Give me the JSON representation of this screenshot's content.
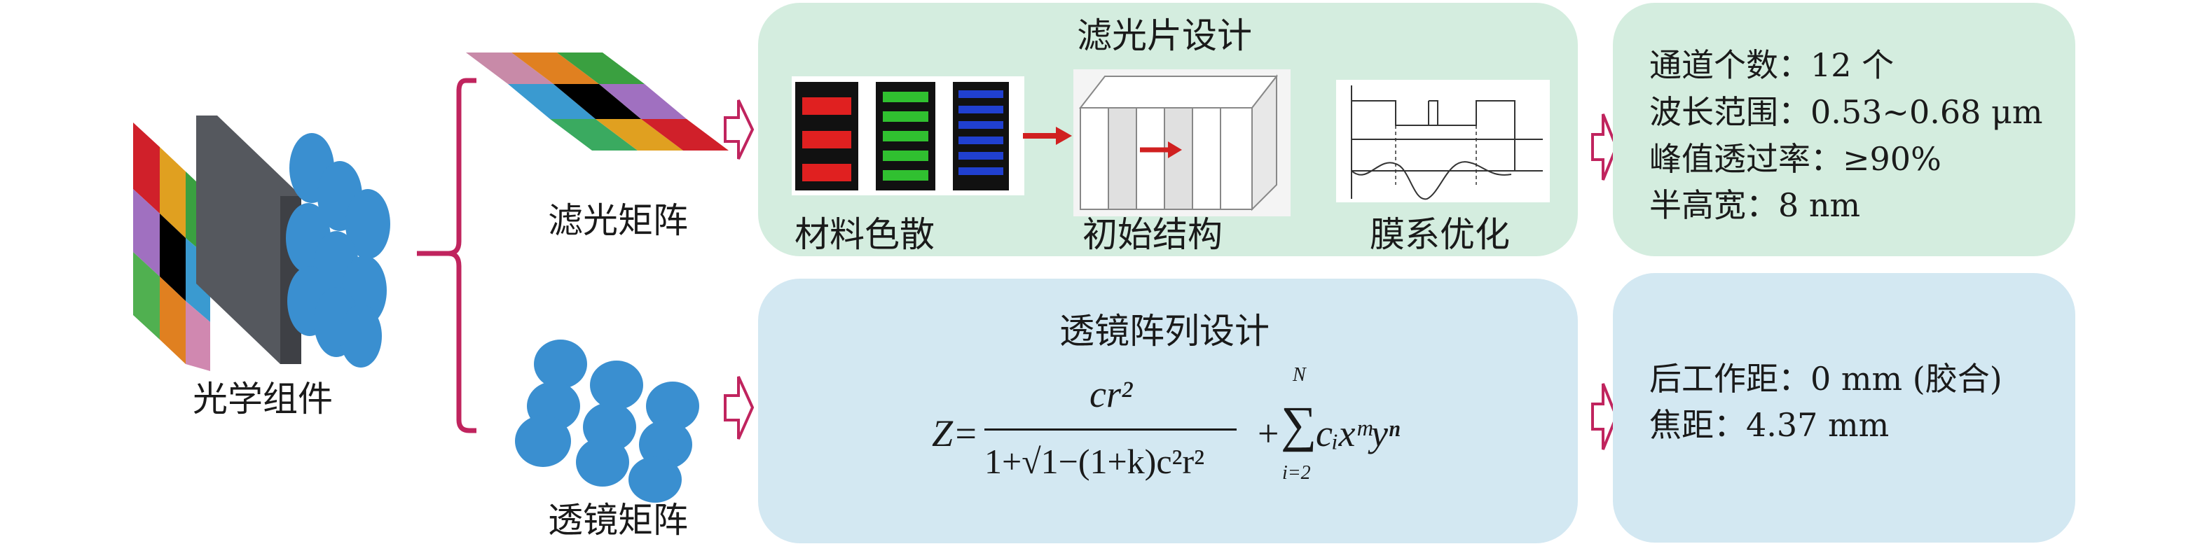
{
  "left": {
    "optical_assembly_label": "光学组件",
    "filter_matrix_label": "滤光矩阵",
    "lens_matrix_label": "透镜矩阵"
  },
  "filter_design": {
    "title": "滤光片设计",
    "steps": [
      {
        "label": "材料色散"
      },
      {
        "label": "初始结构"
      },
      {
        "label": "膜系优化"
      }
    ]
  },
  "lens_design": {
    "title": "透镜阵列设计",
    "formula": {
      "lhs": "Z=",
      "numerator": "cr²",
      "denominator": "1+√1−(1+k)c²r²",
      "sum_upper": "N",
      "sum_lower": "i=2",
      "sum_term": "cᵢxᵐyⁿ"
    }
  },
  "filter_specs": [
    "通道个数：12 个",
    "波长范围：0.53~0.68 μm",
    "峰值透过率：≥90%",
    "半高宽：8 nm"
  ],
  "lens_specs": [
    "后工作距：0 mm (胶合)",
    "焦距：4.37 mm"
  ],
  "colors": {
    "green_panel": "#d4eddf",
    "blue_panel": "#d3e8f2",
    "accent": "#c0245e",
    "lens_blue": "#3a8fd0"
  }
}
